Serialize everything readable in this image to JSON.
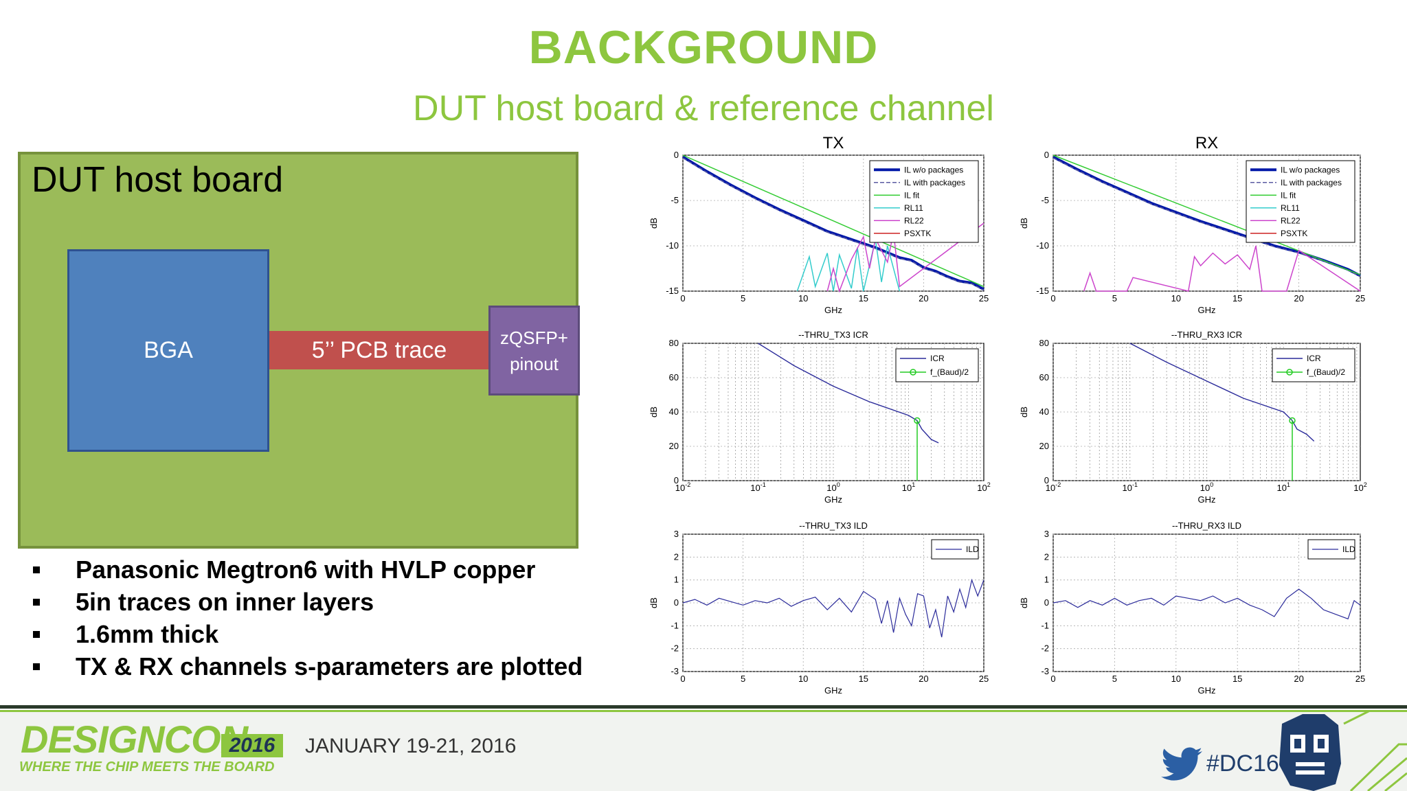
{
  "header": {
    "title": "BACKGROUND",
    "subtitle": "DUT host board & reference channel"
  },
  "diagram": {
    "board_label": "DUT host board",
    "bga_label": "BGA",
    "trace_label": "5’’ PCB trace",
    "connector_label_line1": "zQSFP+",
    "connector_label_line2": "pinout"
  },
  "bullets": [
    "Panasonic Megtron6 with HVLP copper",
    "5in traces on inner layers",
    "1.6mm thick",
    "TX & RX channels s-parameters are plotted"
  ],
  "colors": {
    "accent_green": "#8dc63f",
    "board": "#9bbb59",
    "bga": "#4f81bd",
    "trace": "#c0504d",
    "connector": "#8064a2"
  },
  "footer": {
    "logo_text": "DESIGNCON",
    "logo_year": "2016",
    "logo_tagline": "WHERE THE CHIP MEETS THE BOARD",
    "date": "JANUARY 19-21, 2016",
    "hashtag": "#DC16",
    "icons": [
      "twitter-bird-icon",
      "robot-mascot-icon"
    ]
  },
  "chart_data": [
    {
      "id": "tx_il",
      "type": "line",
      "title": "TX",
      "xlabel": "GHz",
      "ylabel": "dB",
      "xlim": [
        0,
        25
      ],
      "ylim": [
        -15,
        0
      ],
      "xticks": [
        "0",
        "5",
        "10",
        "15",
        "20",
        "25"
      ],
      "yticks": [
        "0",
        "-5",
        "-10",
        "-15"
      ],
      "legend": [
        "IL w/o packages",
        "IL with packages",
        "IL fit",
        "RL11",
        "RL22",
        "PSXTK"
      ],
      "legend_position": "top-right",
      "grid": true,
      "series": [
        {
          "name": "IL w/o packages",
          "x": [
            0,
            2,
            4,
            6,
            8,
            10,
            12,
            14,
            16,
            18,
            19,
            20,
            21,
            22,
            23,
            24,
            25
          ],
          "y": [
            -0.2,
            -1.8,
            -3.3,
            -4.7,
            -6.0,
            -7.2,
            -8.4,
            -9.3,
            -10.2,
            -11.3,
            -11.6,
            -12.4,
            -12.8,
            -13.4,
            -13.9,
            -14.1,
            -14.8
          ]
        },
        {
          "name": "IL with packages",
          "x": [
            0,
            2,
            4,
            6,
            8,
            10,
            12,
            14,
            16,
            18,
            19,
            20,
            21,
            22,
            23,
            24,
            25
          ],
          "y": [
            -0.3,
            -1.9,
            -3.4,
            -4.8,
            -6.1,
            -7.3,
            -8.5,
            -9.4,
            -10.3,
            -11.4,
            -11.7,
            -12.5,
            -12.9,
            -13.5,
            -14.0,
            -14.2,
            -14.9
          ]
        },
        {
          "name": "IL fit",
          "x": [
            0,
            25
          ],
          "y": [
            0,
            -14.5
          ]
        },
        {
          "name": "RL11",
          "x": [
            9.5,
            10.5,
            11,
            12,
            12.5,
            13,
            14,
            14.5,
            15,
            16,
            16.5,
            17,
            18
          ],
          "y": [
            -15,
            -11.2,
            -14.5,
            -10.8,
            -15,
            -11,
            -14.7,
            -10.2,
            -15,
            -9.3,
            -14,
            -10,
            -15
          ]
        },
        {
          "name": "RL22",
          "x": [
            12,
            12.5,
            13,
            14,
            15,
            15.5,
            16,
            17,
            17.5,
            18,
            25
          ],
          "y": [
            -15,
            -12.5,
            -15,
            -11.5,
            -9.0,
            -12.5,
            -9.2,
            -11.8,
            -8.5,
            -14.5,
            -7.5
          ]
        }
      ]
    },
    {
      "id": "rx_il",
      "type": "line",
      "title": "RX",
      "xlabel": "GHz",
      "ylabel": "dB",
      "xlim": [
        0,
        25
      ],
      "ylim": [
        -15,
        0
      ],
      "xticks": [
        "0",
        "5",
        "10",
        "15",
        "20",
        "25"
      ],
      "yticks": [
        "0",
        "-5",
        "-10",
        "-15"
      ],
      "legend": [
        "IL w/o packages",
        "IL with packages",
        "IL fit",
        "RL11",
        "RL22",
        "PSXTK"
      ],
      "legend_position": "top-right",
      "grid": true,
      "series": [
        {
          "name": "IL w/o packages",
          "x": [
            0,
            2,
            4,
            6,
            8,
            10,
            12,
            14,
            16,
            18,
            20,
            22,
            24,
            25
          ],
          "y": [
            -0.2,
            -1.6,
            -2.9,
            -4.1,
            -5.3,
            -6.3,
            -7.3,
            -8.2,
            -9.1,
            -10.0,
            -10.7,
            -11.6,
            -12.6,
            -13.3
          ]
        },
        {
          "name": "IL with packages",
          "x": [
            0,
            2,
            4,
            6,
            8,
            10,
            12,
            14,
            16,
            18,
            20,
            22,
            24,
            25
          ],
          "y": [
            -0.3,
            -1.7,
            -3.0,
            -4.2,
            -5.4,
            -6.4,
            -7.4,
            -8.3,
            -9.2,
            -10.1,
            -10.8,
            -11.7,
            -12.7,
            -13.4
          ]
        },
        {
          "name": "IL fit",
          "x": [
            0,
            25
          ],
          "y": [
            0,
            -13.2
          ]
        },
        {
          "name": "RL22",
          "x": [
            2.5,
            3,
            3.5,
            6,
            6.5,
            11,
            11.5,
            12,
            13,
            14,
            15,
            16,
            16.5,
            17,
            19,
            20,
            25
          ],
          "y": [
            -15,
            -13.0,
            -15,
            -15,
            -13.5,
            -15,
            -11.2,
            -12.2,
            -10.8,
            -12.0,
            -11.0,
            -12.6,
            -10.0,
            -15,
            -15,
            -10.5,
            -15
          ]
        }
      ]
    },
    {
      "id": "tx_icr",
      "type": "line",
      "title": "--THRU_TX3 ICR",
      "xlabel": "GHz",
      "ylabel": "dB",
      "xscale": "log",
      "xlim": [
        0.01,
        100
      ],
      "ylim": [
        0,
        80
      ],
      "yticks": [
        "0",
        "20",
        "40",
        "60",
        "80"
      ],
      "xticks": [
        "10^-2",
        "10^-1",
        "10^0",
        "10^1",
        "10^2"
      ],
      "legend": [
        "ICR",
        "f_(Baud)/2"
      ],
      "legend_position": "top-right",
      "grid": true,
      "series": [
        {
          "name": "ICR",
          "x": [
            0.1,
            0.3,
            1,
            3,
            10,
            13,
            15,
            20,
            25
          ],
          "y": [
            80,
            67,
            55,
            46,
            38,
            35,
            30,
            24,
            22
          ]
        },
        {
          "name": "f_(Baud)/2",
          "x": [
            13,
            13
          ],
          "y": [
            0,
            35
          ]
        }
      ]
    },
    {
      "id": "rx_icr",
      "type": "line",
      "title": "--THRU_RX3 ICR",
      "xlabel": "GHz",
      "ylabel": "dB",
      "xscale": "log",
      "xlim": [
        0.01,
        100
      ],
      "ylim": [
        0,
        80
      ],
      "yticks": [
        "0",
        "20",
        "40",
        "60",
        "80"
      ],
      "xticks": [
        "10^-2",
        "10^-1",
        "10^0",
        "10^1",
        "10^2"
      ],
      "legend": [
        "ICR",
        "f_(Baud)/2"
      ],
      "legend_position": "top-right",
      "grid": true,
      "series": [
        {
          "name": "ICR",
          "x": [
            0.1,
            0.3,
            1,
            3,
            10,
            13,
            15,
            20,
            25
          ],
          "y": [
            80,
            69,
            58,
            48,
            40,
            35,
            30,
            27,
            23
          ]
        },
        {
          "name": "f_(Baud)/2",
          "x": [
            13,
            13
          ],
          "y": [
            0,
            35
          ]
        }
      ]
    },
    {
      "id": "tx_ild",
      "type": "line",
      "title": "--THRU_TX3 ILD",
      "xlabel": "GHz",
      "ylabel": "dB",
      "xlim": [
        0,
        25
      ],
      "ylim": [
        -3,
        3
      ],
      "xticks": [
        "0",
        "5",
        "10",
        "15",
        "20",
        "25"
      ],
      "yticks": [
        "3",
        "2",
        "1",
        "0",
        "-1",
        "-2",
        "-3"
      ],
      "legend": [
        "ILD"
      ],
      "legend_position": "top-right",
      "grid": true,
      "series": [
        {
          "name": "ILD",
          "x": [
            0,
            1,
            2,
            3,
            4,
            5,
            6,
            7,
            8,
            9,
            10,
            11,
            12,
            13,
            14,
            15,
            16,
            16.5,
            17,
            17.5,
            18,
            18.5,
            19,
            19.5,
            20,
            20.5,
            21,
            21.5,
            22,
            22.5,
            23,
            23.5,
            24,
            24.5,
            25
          ],
          "y": [
            0,
            0.15,
            -0.1,
            0.2,
            0.05,
            -0.1,
            0.1,
            0,
            0.2,
            -0.15,
            0.1,
            0.25,
            -0.3,
            0.2,
            -0.4,
            0.5,
            0.15,
            -0.9,
            0.1,
            -1.3,
            0.2,
            -0.5,
            -1.0,
            0.4,
            0.3,
            -1.1,
            -0.3,
            -1.5,
            0.3,
            -0.4,
            0.6,
            -0.2,
            1.0,
            0.3,
            1.0
          ]
        }
      ]
    },
    {
      "id": "rx_ild",
      "type": "line",
      "title": "--THRU_RX3 ILD",
      "xlabel": "GHz",
      "ylabel": "dB",
      "xlim": [
        0,
        25
      ],
      "ylim": [
        -3,
        3
      ],
      "xticks": [
        "0",
        "5",
        "10",
        "15",
        "20",
        "25"
      ],
      "yticks": [
        "3",
        "2",
        "1",
        "0",
        "-1",
        "-2",
        "-3"
      ],
      "legend": [
        "ILD"
      ],
      "legend_position": "top-right",
      "grid": true,
      "series": [
        {
          "name": "ILD",
          "x": [
            0,
            1,
            2,
            3,
            4,
            5,
            6,
            7,
            8,
            9,
            10,
            11,
            12,
            13,
            14,
            15,
            16,
            17,
            18,
            19,
            20,
            21,
            22,
            23,
            24,
            24.5,
            25
          ],
          "y": [
            0,
            0.1,
            -0.2,
            0.1,
            -0.1,
            0.2,
            -0.1,
            0.1,
            0.2,
            -0.1,
            0.3,
            0.2,
            0.1,
            0.3,
            0,
            0.2,
            -0.1,
            -0.3,
            -0.6,
            0.2,
            0.6,
            0.2,
            -0.3,
            -0.5,
            -0.7,
            0.1,
            -0.1
          ]
        }
      ]
    }
  ]
}
